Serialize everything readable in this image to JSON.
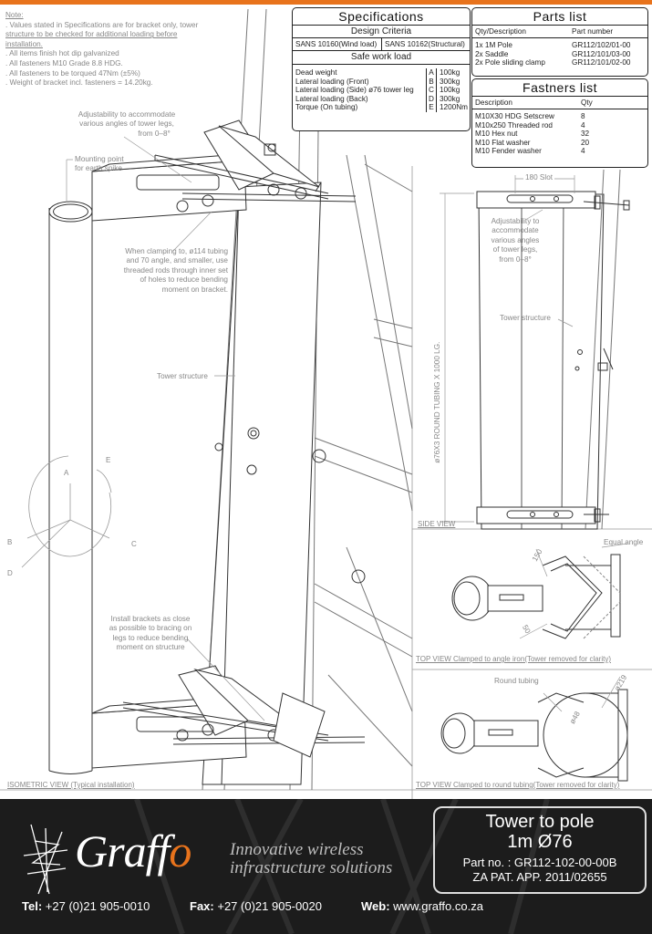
{
  "notes": {
    "title": "Note:",
    "lines": [
      ". Values stated in Specifications are for bracket only, tower",
      "structure to be checked for additional loading before",
      "installation.",
      ". All items finish hot dip galvanized",
      ". All fasteners M10 Grade 8.8 HDG.",
      ". All fasteners to be torqued 47Nm (±5%)",
      ". Weight of bracket incl. fasteners = 14.20kg."
    ]
  },
  "annotations": {
    "adjust_iso": [
      "Adjustability to accommodate",
      "various angles of tower legs,",
      "from 0–8°"
    ],
    "mounting_point": [
      "Mounting point",
      "for earth spike"
    ],
    "clamping": [
      "When clamping to, ø114 tubing",
      "and 70 angle, and smaller, use",
      "threaded rods through inner set",
      "of holes to reduce bending",
      "moment on bracket."
    ],
    "tower_iso": "Tower structure",
    "install": [
      "Install brackets as close",
      "as possible to bracing on",
      "legs to reduce bending",
      "moment on structure"
    ],
    "slot": "180 Slot",
    "adjust_side": [
      "Adjustability to",
      "accommodate",
      "various angles",
      "of tower legs,",
      "from 0–8°"
    ],
    "tower_side": "Tower structure",
    "round_tubing_dim": "ø76X3 ROUND TUBING X 1000 LG.",
    "equal_angle": "Equal angle",
    "dim_150": "150",
    "dim_50": "50",
    "round_tubing": "Round tubing",
    "dim_219": "ø219",
    "dim_48": "ø48",
    "letters": [
      "A",
      "B",
      "C",
      "D",
      "E"
    ]
  },
  "views": {
    "iso": "ISOMETRIC VIEW (Typical installation)",
    "side": "SIDE VIEW",
    "top_angle": "TOP VIEW Clamped to angle iron(Tower removed for clarity)",
    "top_round": "TOP VIEW Clamped to round tubing(Tower removed for clarity)"
  },
  "specifications": {
    "title": "Specifications",
    "design_criteria": "Design Criteria",
    "standards": [
      "SANS 10160(Wind load)",
      "SANS 10162(Structural)"
    ],
    "safe_work_load": "Safe work load",
    "rows": [
      {
        "desc": "Dead weight",
        "code": "A",
        "value": "100kg"
      },
      {
        "desc": "Lateral loading (Front)",
        "code": "B",
        "value": "300kg"
      },
      {
        "desc": "Lateral loading (Side) ø76 tower leg",
        "code": "C",
        "value": "100kg"
      },
      {
        "desc": "Lateral loading (Back)",
        "code": "D",
        "value": "300kg"
      },
      {
        "desc": "Torque (On tubing)",
        "code": "E",
        "value": "1200Nm"
      }
    ]
  },
  "parts_list": {
    "title": "Parts list",
    "headers": [
      "Qty/Description",
      "Part number"
    ],
    "rows": [
      [
        "1x 1M Pole",
        "GR112/102/01-00"
      ],
      [
        "2x Saddle",
        "GR112/101/03-00"
      ],
      [
        "2x Pole sliding clamp",
        "GR112/101/02-00"
      ]
    ]
  },
  "fasteners_list": {
    "title": "Fastners list",
    "headers": [
      "Description",
      "Qty"
    ],
    "rows": [
      [
        "M10X30 HDG Setscrew",
        "8"
      ],
      [
        "M10x250 Threaded rod",
        "4"
      ],
      [
        "M10 Hex nut",
        "32"
      ],
      [
        "M10 Flat washer",
        "20"
      ],
      [
        "M10 Fender washer",
        "4"
      ]
    ]
  },
  "footer": {
    "logo_text": "Graff",
    "logo_accent": "o",
    "tagline": [
      "Innovative wireless",
      "infrastructure solutions"
    ],
    "tel_label": "Tel:",
    "tel": "+27 (0)21 905-0010",
    "fax_label": "Fax:",
    "fax": "+27 (0)21 905-0020",
    "web_label": "Web:",
    "web": "www.graffo.co.za"
  },
  "title_block": {
    "line1": "Tower to pole",
    "line2": "1m Ø76",
    "part_no": "Part no. : GR112-102-00-00B",
    "patent": "ZA PAT. APP. 2011/02655"
  },
  "colors": {
    "accent": "#e8731c",
    "footer_bg": "#1c1c1c"
  }
}
